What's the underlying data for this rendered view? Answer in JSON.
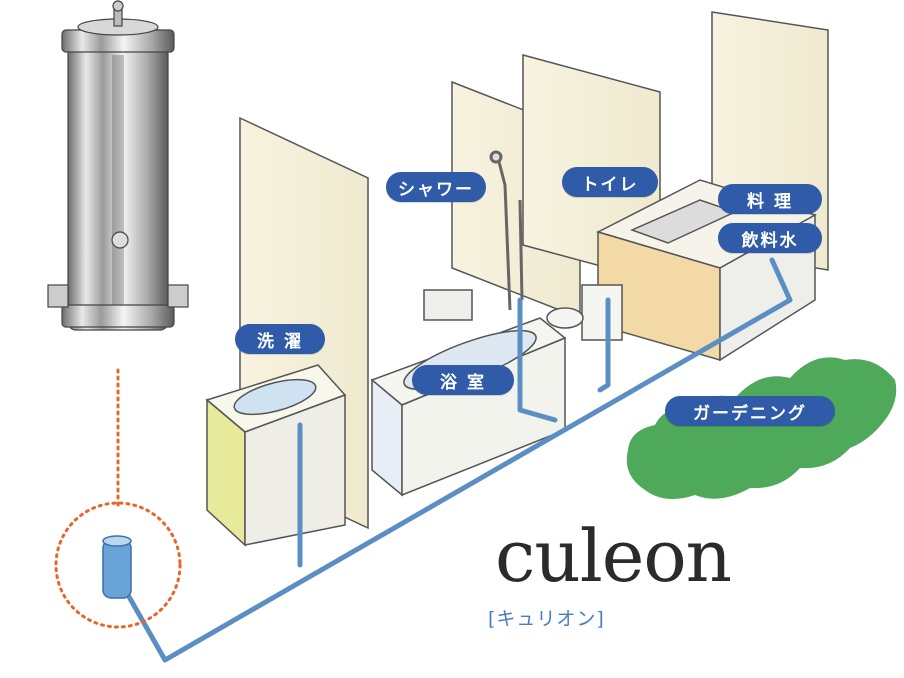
{
  "labels": {
    "laundry": "洗 濯",
    "shower": "シャワー",
    "toilet": "トイレ",
    "cooking": "料 理",
    "drinking": "飲料水",
    "bath": "浴 室",
    "gardening": "ガーデニング"
  },
  "brand": {
    "name": "culeon",
    "reading": "[キュリオン]"
  },
  "colors": {
    "pill": "#2f5ba8",
    "pipe": "#5b8fc4",
    "dotted": "#e8662c",
    "bush": "#4ea95a",
    "reading": "#4a7cc0"
  }
}
